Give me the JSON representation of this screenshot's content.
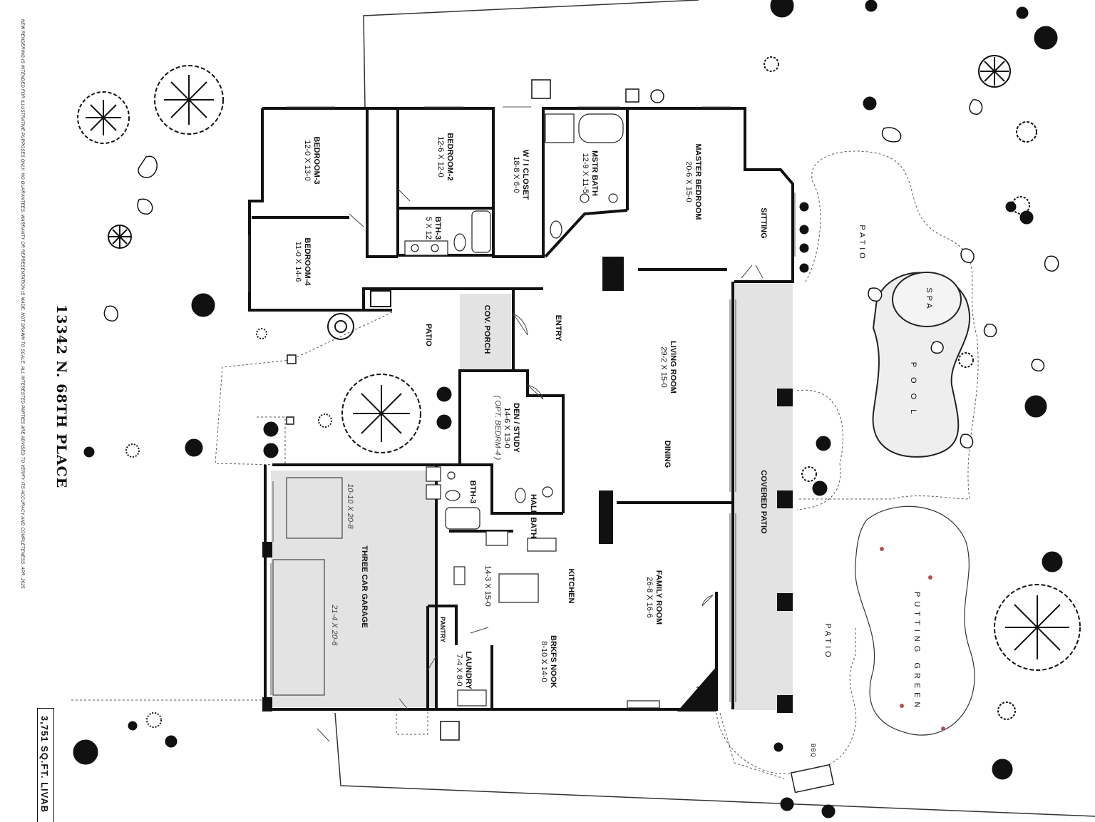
{
  "address": "13342 N. 68TH PLACE",
  "area": "3,751 SQ.FT. LIVAB",
  "disclaimer": "NEW RENDERING IS INTENDED FOR ILLUSTRATIVE PURPOSES ONLY. NO GUARANTEES, WARRANTY OR REPRESENTATION IS MADE. NOT DRAWN TO SCALE. ALL INTERESTED PARTIES ARE ADVISED TO VERIFY ITS ACCURACY AND COMPLETENESS. APR. 2025.",
  "rooms": {
    "bedroom3": {
      "name": "BEDROOM-3",
      "dim": "12-0  X  13-0"
    },
    "bedroom2": {
      "name": "BEDROOM-2",
      "dim": "12-6  X  12-0"
    },
    "closet": {
      "name": "W / I  CLOSET",
      "dim": "18-8  X  6-0"
    },
    "mstr_bath": {
      "name": "MSTR BATH",
      "dim": "12-9 X 11-5"
    },
    "master": {
      "name": "MASTER BEDROOM",
      "dim": "20-6  X  15-0"
    },
    "sitting": {
      "name": "SITTING"
    },
    "bth3_upper": {
      "name": "BTH-3",
      "dim": "5 X 12"
    },
    "bedroom4": {
      "name": "BEDROOM-4",
      "dim": "11-0  X  14-6"
    },
    "patio_left": {
      "name": "PATIO"
    },
    "cov_porch": {
      "name": "COV. PORCH"
    },
    "entry": {
      "name": "ENTRY"
    },
    "living": {
      "name": "LIVING ROOM",
      "dim": "29-2  X  15-0"
    },
    "dining": {
      "name": "DINING"
    },
    "den": {
      "name": "DEN / STUDY",
      "dim": "14-6  X  13-0",
      "note": "( OPT. BEDRM-4 )"
    },
    "bth3_lower": {
      "name": "BTH-3"
    },
    "half_bath": {
      "name": "HALF BATH"
    },
    "garage": {
      "name": "THREE CAR GARAGE",
      "dim1": "10-10 X 20-8",
      "dim2": "21-4  X  20-6"
    },
    "kitchen": {
      "name": "KITCHEN",
      "dim": "14-3 X 15-0"
    },
    "family": {
      "name": "FAMILY ROOM",
      "dim": "26-8  X  16-6"
    },
    "brkfs": {
      "name": "BRKFS NOOK",
      "dim": "8-10  X  14-0"
    },
    "pantry": {
      "name": "PANTRY"
    },
    "laundry": {
      "name": "LAUNDRY",
      "dim": "7-4 X 8-0"
    },
    "covered_patio": {
      "name": "COVERED PATIO"
    },
    "fp": {
      "name": "FP"
    }
  },
  "outdoor": {
    "patio_top": "PATIO",
    "spa": "SPA",
    "pool": "POOL",
    "putting_green": "PUTTING GREEN",
    "patio_bottom": "PATIO",
    "bbq": "BBQ"
  },
  "colors": {
    "wall": "#111111",
    "fill_gray": "#e3e3e3",
    "pool": "#eeeeee",
    "paper": "#ffffff"
  }
}
